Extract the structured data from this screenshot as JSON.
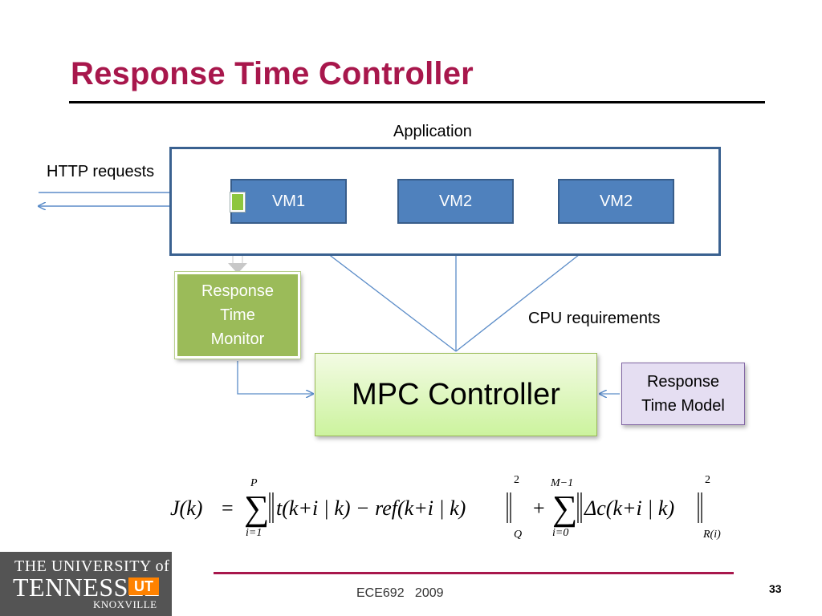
{
  "title": "Response Time Controller",
  "diagram": {
    "application_label": "Application",
    "http_label": "HTTP requests",
    "vms": [
      "VM1",
      "VM2",
      "VM2"
    ],
    "monitor_lines": [
      "Response",
      "Time",
      "Monitor"
    ],
    "cpu_label": "CPU requirements",
    "controller_label": "MPC Controller",
    "model_lines": [
      "Response",
      "Time Model"
    ],
    "colors": {
      "title": "#A8174C",
      "vm_fill": "#4F81BD",
      "app_border": "#3A6190",
      "monitor_fill": "#9BBB59",
      "controller_fill": "#CCF39E",
      "model_fill": "#E5DEF2",
      "arrow": "#5B8CC8"
    }
  },
  "equation": {
    "lhs": "J(k)",
    "sum1_upper": "P",
    "sum1_lower": "i=1",
    "term1": "t(k+i | k) − ref(k+i | k)",
    "term1_exp": "2",
    "term1_sub": "Q",
    "sum2_upper": "M−1",
    "sum2_lower": "i=0",
    "term2": "Δc(k+i | k)",
    "term2_exp": "2",
    "term2_sub": "R(i)"
  },
  "logo": {
    "line1": "THE UNIVERSITY of",
    "line2": "TENNESSEE",
    "badge": "UT",
    "line3": "KNOXVILLE"
  },
  "footer": {
    "course": "ECE692   2009",
    "page": "33"
  }
}
